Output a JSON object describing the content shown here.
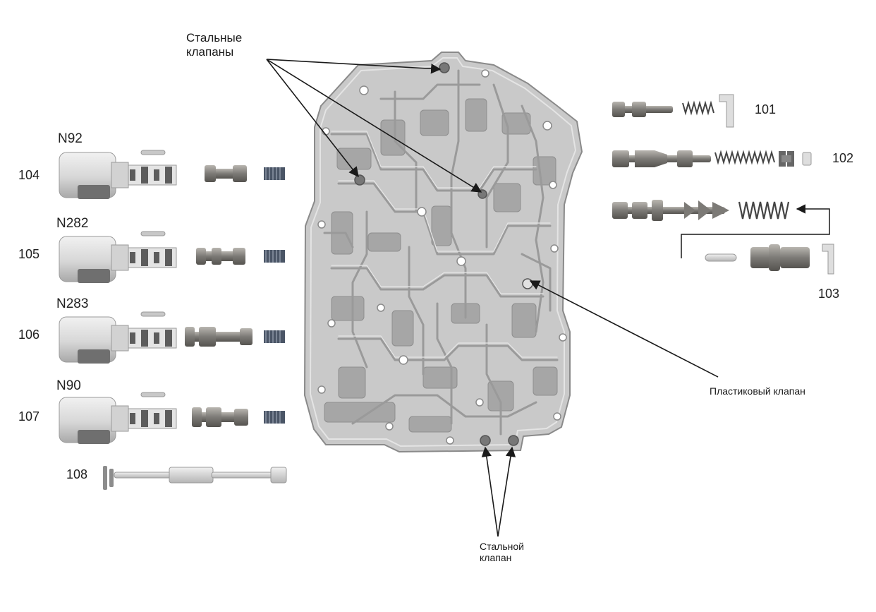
{
  "callouts": {
    "steel_valves": [
      "Стальные",
      "клапаны"
    ],
    "plastic_valve": "Пластиковый клапан",
    "steel_valve": [
      "Стальной",
      "клапан"
    ]
  },
  "solenoids": [
    {
      "code": "N92",
      "number": "104"
    },
    {
      "code": "N282",
      "number": "105"
    },
    {
      "code": "N283",
      "number": "106"
    },
    {
      "code": "N90",
      "number": "107"
    }
  ],
  "items": {
    "bottom_left": "108",
    "right": [
      "101",
      "102",
      "103"
    ]
  },
  "colors": {
    "body_fill": "#c9c9c9",
    "body_dark": "#8a8a8a",
    "part_light": "#e1e1e1",
    "part_dark": "#7c7a76",
    "spring": "#4a5566",
    "arrow": "#1a1a1a"
  }
}
